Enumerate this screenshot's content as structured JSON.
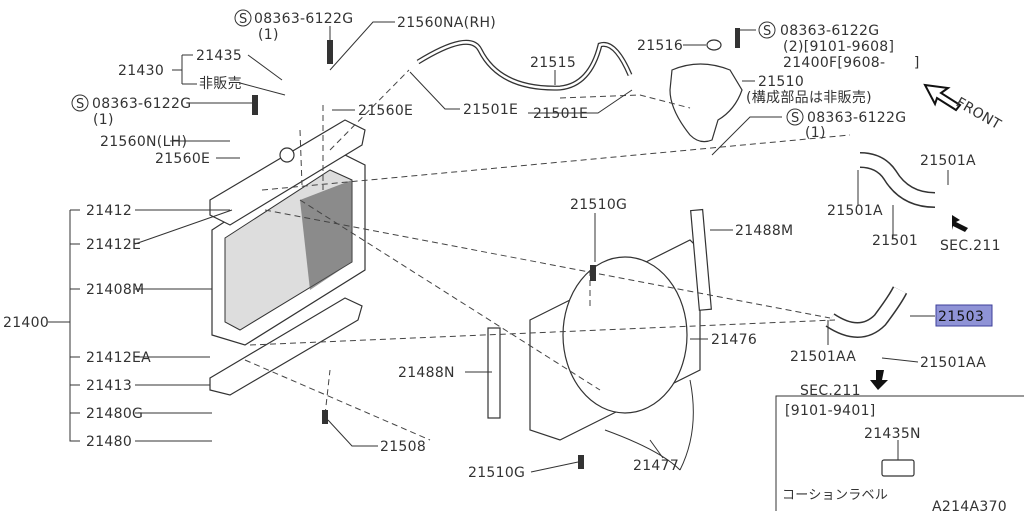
{
  "diagram": {
    "highlight_color": "#8f93d6",
    "labels": {
      "s_bolt_top": "08363-6122G",
      "s_bolt_top_qty": "(1)",
      "bracket_rh": "21560NA(RH)",
      "cap_seal": "21435",
      "cap_assy": "21430",
      "not_sold": "非販売",
      "s_bolt_left": "08363-6122G",
      "s_bolt_left_qty": "(1)",
      "bracket_lh": "21560N(LH)",
      "grommet_left": "21560E",
      "grommet_right": "21560E",
      "clip_hose_a": "21501E",
      "overflow_hose": "21515",
      "tank_cap": "21516",
      "s_bolt_tank": "08363-6122G",
      "s_bolt_tank_qty": "(2)[9101-9608]",
      "tank_alt": "21400F[9608-      ]",
      "reservoir_tank": "21510",
      "reservoir_note": "(構成部品は非販売)",
      "clip_hose_b": "21501E",
      "s_bolt_tank2": "08363-6122G",
      "s_bolt_tank2_qty": "(1)",
      "front": "FRONT",
      "hose_clamp_a1": "21501A",
      "hose_clamp_a2": "21501A",
      "upper_hose": "21501",
      "sec_upper": "SEC.211",
      "tank_upper": "21412",
      "tank_upper_e": "21412E",
      "core": "21408M",
      "radiator_assy": "21400",
      "tank_lower_ea": "21412EA",
      "tank_lower": "21413",
      "mount_g": "21480G",
      "mount": "21480",
      "bolt_g1": "21510G",
      "seal_m": "21488M",
      "shroud": "21476",
      "lower_hose": "21503",
      "clamp_aa1": "21501AA",
      "clamp_aa2": "21501AA",
      "sec_lower": "SEC.211",
      "seal_n": "21488N",
      "drain_cock": "21508",
      "bolt_g2": "21510G",
      "shroud_lower": "21477",
      "inset_range": "[9101-9401]",
      "inset_part": "21435N",
      "inset_name": "コーションラベル",
      "figure_code": "A214A370"
    },
    "screw_symbol": "S"
  }
}
